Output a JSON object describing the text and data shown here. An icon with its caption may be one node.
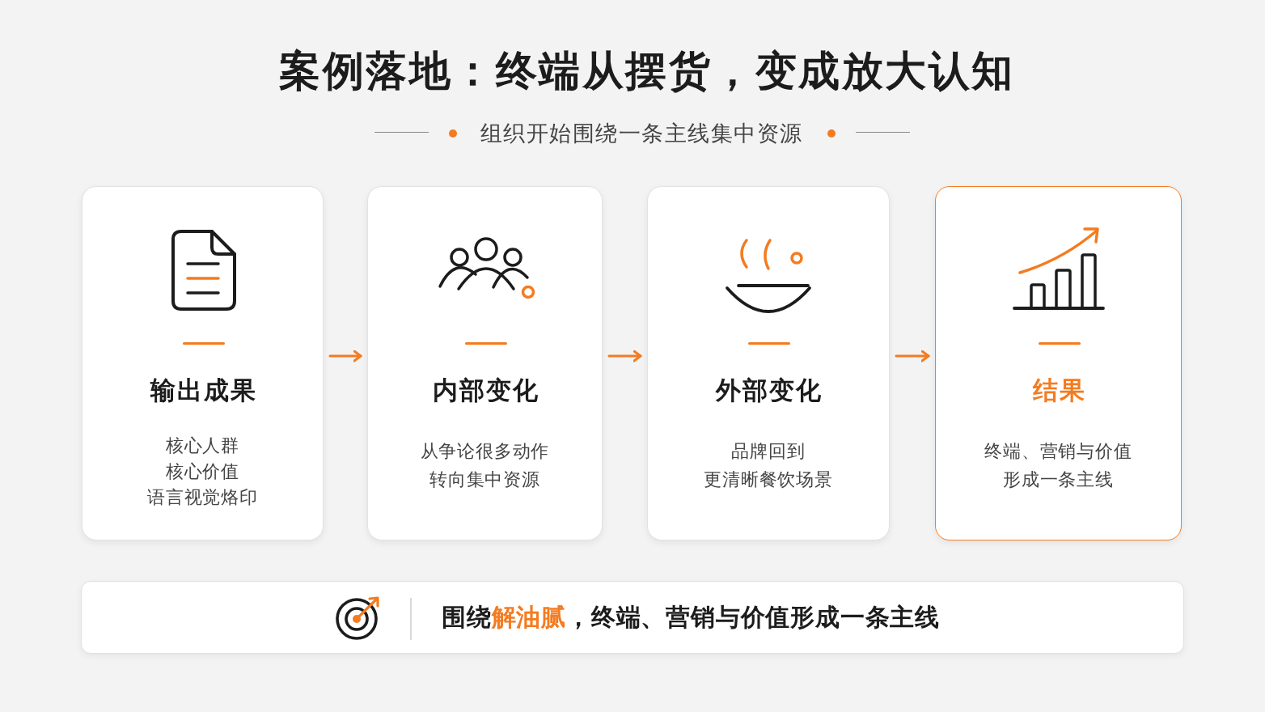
{
  "diagram": {
    "title": "案例落地：终端从摆货，变成放大认知",
    "nodes": [
      {
        "text": [
          "输出成果",
          "核心人群",
          "核心价值",
          "语言视觉烙印"
        ]
      },
      {
        "text": [
          "内部变化",
          "从争论很多动作转向集中资源"
        ]
      },
      {
        "text": [
          "外部变化",
          "品牌回到更清晰餐饮场景"
        ]
      },
      {
        "text": [
          "结果",
          "终端、营销与价值形成一条主线"
        ]
      },
      {
        "text": [
          "围绕**解油腻**，终端、营销与价值形成一条主线"
        ]
      }
    ],
    "edges": [
      {
        "from": 0,
        "to": 1,
        "arrow": "to"
      },
      {
        "from": 1,
        "to": 2,
        "arrow": "to"
      },
      {
        "from": 2,
        "to": 3,
        "arrow": "to"
      }
    ],
    "labels": [
      "组织开始围绕一条主线集中资源"
    ]
  }
}
